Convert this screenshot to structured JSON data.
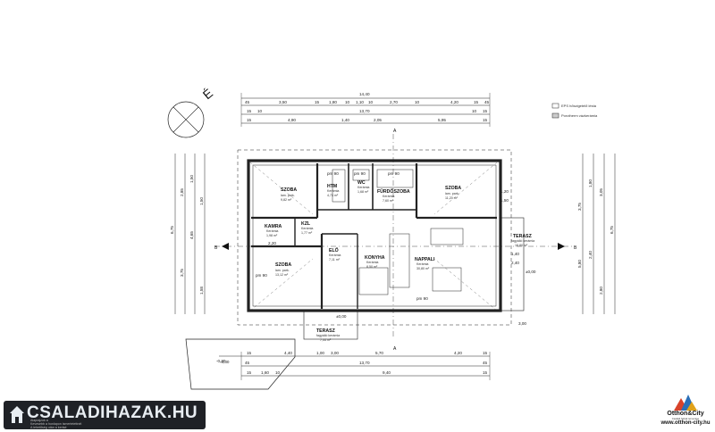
{
  "rooms": {
    "szoba1": {
      "name": "SZOBA",
      "sub1": "lam. park.",
      "sub2": "9,82 m²"
    },
    "htm": {
      "name": "HTM",
      "sub1": "Kerámia",
      "sub2": "4,73 m²"
    },
    "wc": {
      "name": "WC",
      "sub1": "Kerámia",
      "sub2": "1,68 m²"
    },
    "furdo": {
      "name": "FÜRDŐSZOBA",
      "sub1": "Kerámia",
      "sub2": "7,60 m²"
    },
    "szoba2": {
      "name": "SZOBA",
      "sub1": "lam. park.",
      "sub2": "11,20 m²"
    },
    "kamra": {
      "name": "KAMRA",
      "sub1": "Kerámia",
      "sub2": "1,98 m²"
    },
    "kzl": {
      "name": "KZL",
      "sub1": "Kerámia",
      "sub2": "1,77 m²"
    },
    "szoba3": {
      "name": "SZOBA",
      "sub1": "lam. park.",
      "sub2": "13,12 m²"
    },
    "el": {
      "name": "ELŐ",
      "sub1": "Kerámia",
      "sub2": "7,11 m²"
    },
    "konyha": {
      "name": "KONYHA",
      "sub1": "Kerámia",
      "sub2": "8,50 m²"
    },
    "nappali": {
      "name": "NAPPALI",
      "sub1": "Kerámia",
      "sub2": "30,80 m²"
    },
    "terasz1": {
      "name": "TERASZ",
      "sub1": "fagyálló kerámia",
      "sub2": "16,80 m²"
    },
    "terasz2": {
      "name": "TERASZ",
      "sub1": "fagyálló kerámia",
      "sub2": "7,44 m²"
    }
  },
  "dims": {
    "top_total": "14,40",
    "top_a": [
      "45",
      "3,50",
      "15",
      "1,80",
      "10",
      "1,10",
      "10",
      "2,70",
      "10",
      "4,20",
      "15",
      "45"
    ],
    "top_b": [
      "15",
      "10",
      "13,70",
      "10",
      "15"
    ],
    "top_c": [
      "15",
      "4,90",
      "1,40",
      "2,05",
      "5,95",
      "15"
    ],
    "bot_a": [
      "-0,30",
      "15",
      "4,40",
      "1,00",
      "3,00",
      "5,70",
      "4,20",
      "15"
    ],
    "bot_b": [
      "45",
      "13,70",
      "45"
    ],
    "bot_c": [
      "15",
      "1,60",
      "10",
      "9,40",
      "15"
    ],
    "left": [
      "6,75",
      "3,75",
      "2,85",
      "1,50",
      "4,65",
      "1,58",
      "1,50"
    ],
    "right": [
      "6,75",
      "3,05",
      "1,80",
      "2,40",
      "5,80",
      "2,80",
      "3,75"
    ],
    "inner": [
      "1,20",
      "1,50",
      "2,20",
      "1,40",
      "2,40",
      "3,00",
      "±0,00",
      "±0,00",
      "-0,30"
    ],
    "misc": [
      "pm 90",
      "pm 90",
      "pm 90",
      "pm 90",
      "pm 90"
    ]
  },
  "legend": {
    "item1": "EPS hőszigetelő lésta",
    "item2": "Porotherm vázkerámia"
  },
  "markers": {
    "north": "É",
    "section": "A",
    "section2": "B"
  },
  "logo": {
    "text": "CSALADIHAZAK.HU",
    "tiny1": "Alaprajzok a",
    "tiny2": "Kevesebb a honlapon ismertetettnél",
    "tiny3": "A lehetőség után a kertsé"
  },
  "brand": {
    "name": "Otthon&City",
    "tag": "Családi házak tervezése",
    "url": "www.otthon-city.hu"
  }
}
